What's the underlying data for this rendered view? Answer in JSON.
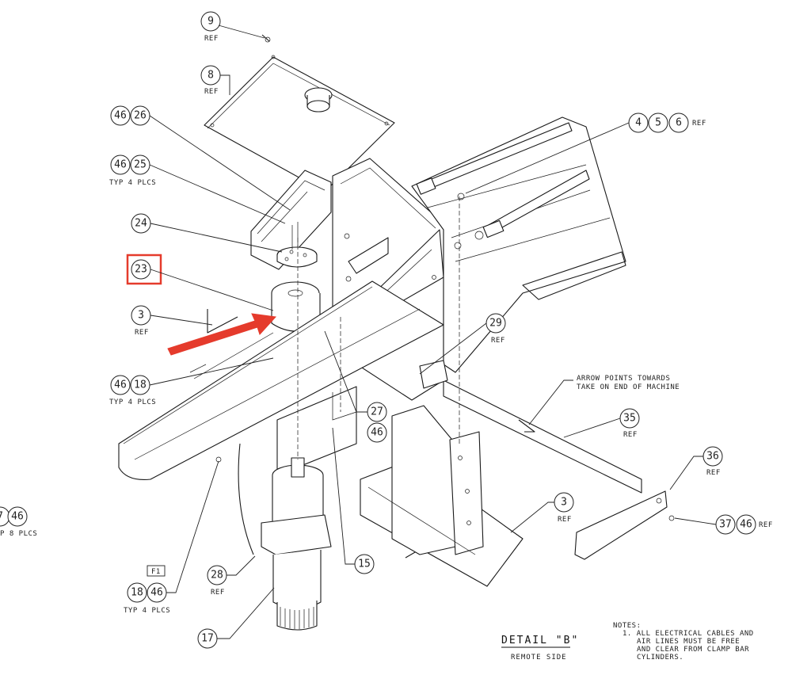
{
  "callouts": {
    "c9": {
      "items": [
        "9"
      ],
      "note": "REF"
    },
    "c8": {
      "items": [
        "8"
      ],
      "note": "REF"
    },
    "c26": {
      "items": [
        "46",
        "26"
      ],
      "note": ""
    },
    "c25": {
      "items": [
        "46",
        "25"
      ],
      "note": "TYP 4 PLCS"
    },
    "c24": {
      "items": [
        "24"
      ],
      "note": ""
    },
    "c23": {
      "items": [
        "23"
      ],
      "note": ""
    },
    "c3a": {
      "items": [
        "3"
      ],
      "note": "REF"
    },
    "c18a": {
      "items": [
        "46",
        "18"
      ],
      "note": "TYP 4 PLCS"
    },
    "c456": {
      "items": [
        "4",
        "5",
        "6"
      ],
      "note": "REF"
    },
    "c29": {
      "items": [
        "29"
      ],
      "note": "REF"
    },
    "c27": {
      "items": [
        "27"
      ],
      "note": ""
    },
    "c46b": {
      "items": [
        "46"
      ],
      "note": ""
    },
    "c35": {
      "items": [
        "35"
      ],
      "note": "REF"
    },
    "c36": {
      "items": [
        "36"
      ],
      "note": "REF"
    },
    "c3b": {
      "items": [
        "3"
      ],
      "note": "REF"
    },
    "c3746": {
      "items": [
        "37",
        "46"
      ],
      "note": "REF"
    },
    "c15": {
      "items": [
        "15"
      ],
      "note": ""
    },
    "c28": {
      "items": [
        "28"
      ],
      "note": "REF"
    },
    "c1846": {
      "items": [
        "18",
        "46"
      ],
      "note": "TYP 4 PLCS"
    },
    "c17": {
      "items": [
        "17"
      ],
      "note": ""
    },
    "cleft": {
      "items": [
        "7",
        "46"
      ],
      "note": "P 8 PLCS"
    }
  },
  "flag": "F1",
  "arrow_note": [
    "ARROW POINTS TOWARDS",
    "TAKE ON END OF MACHINE"
  ],
  "detail_title": "DETAIL \"B\"",
  "detail_sub": "REMOTE SIDE",
  "notes": [
    "NOTES:",
    "1. ALL ELECTRICAL CABLES AND",
    "AIR LINES MUST BE FREE",
    "AND CLEAR FROM CLAMP BAR",
    "CYLINDERS."
  ],
  "highlight": {
    "target": "23",
    "color": "#e53b2c"
  },
  "colors": {
    "line": "#1a1a1a",
    "highlight": "#e53b2c",
    "background": "#ffffff"
  }
}
